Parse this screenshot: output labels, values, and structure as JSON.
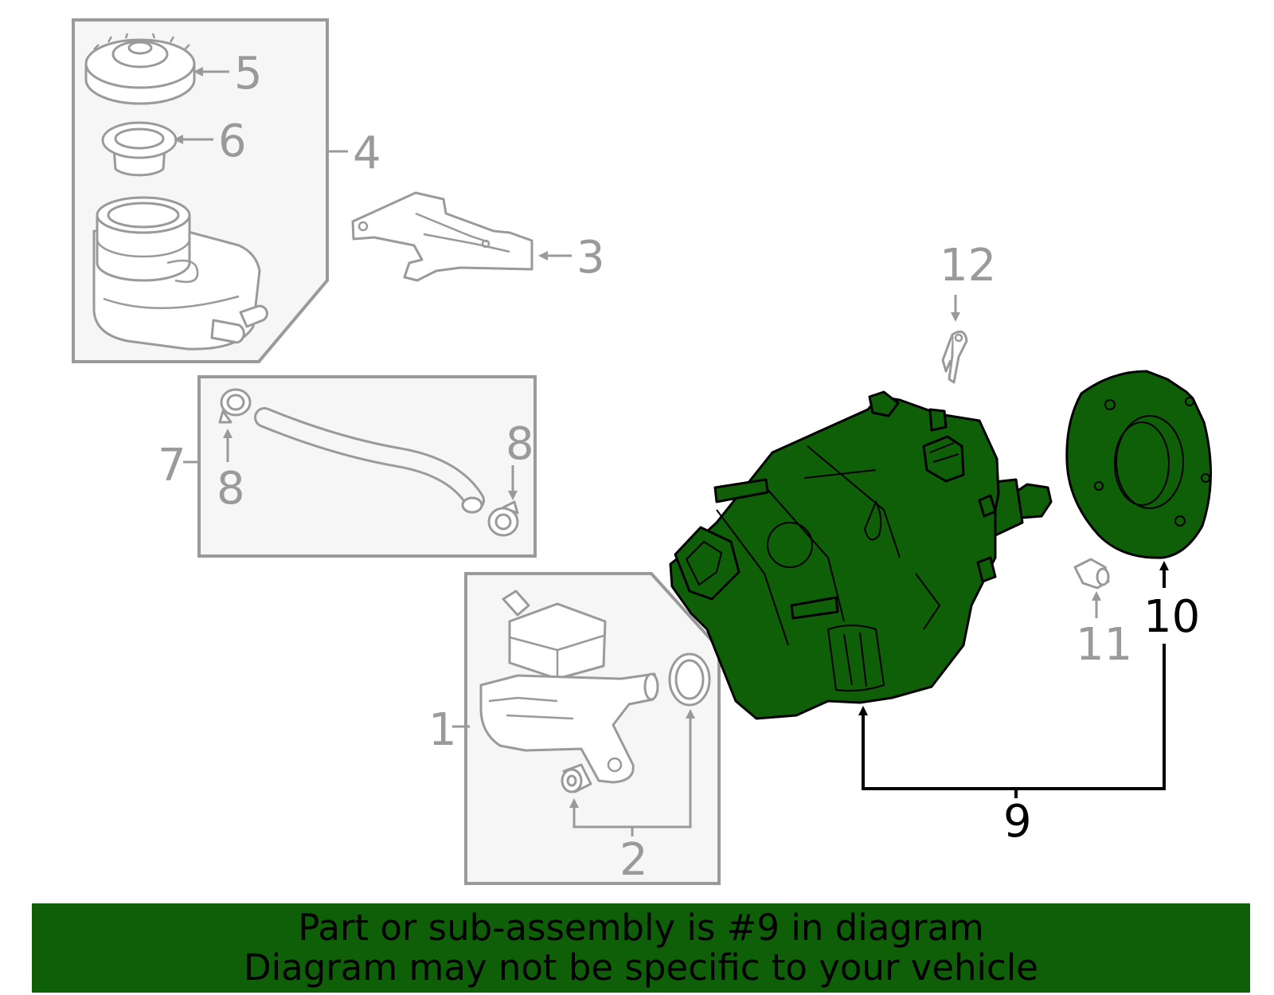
{
  "callouts": {
    "c1": "1",
    "c2": "2",
    "c3": "3",
    "c4": "4",
    "c5": "5",
    "c6": "6",
    "c7": "7",
    "c8a": "8",
    "c8b": "8",
    "c9": "9",
    "c10": "10",
    "c11": "11",
    "c12": "12"
  },
  "banner": {
    "line1": "Part or sub-assembly is #9 in diagram",
    "line2": "Diagram may not be specific to your vehicle"
  },
  "colors": {
    "highlight": "#0f5e08",
    "callout_gray": "#9a9a9a",
    "box_fill": "#f6f6f6"
  }
}
